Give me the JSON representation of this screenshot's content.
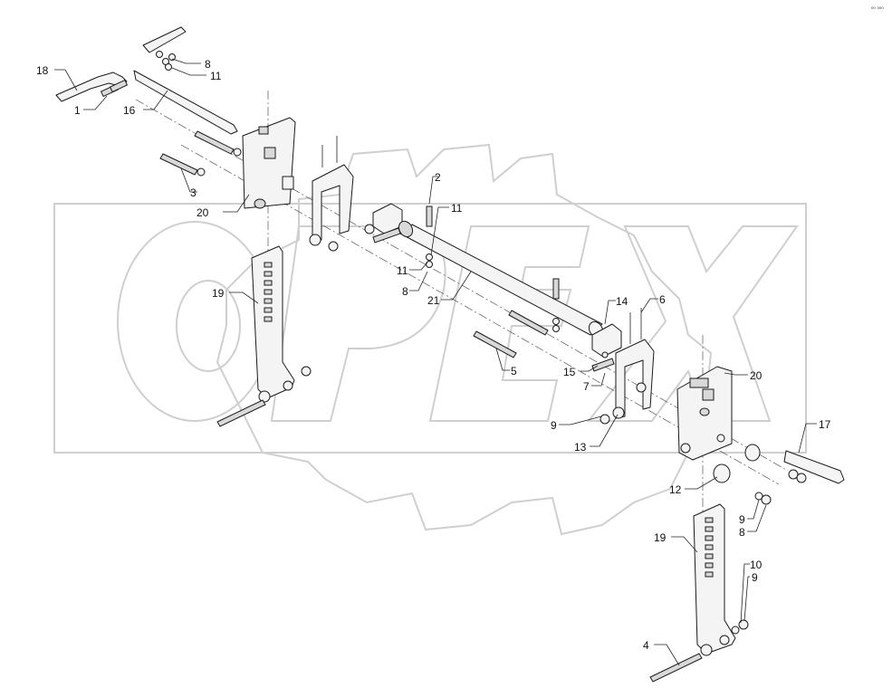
{
  "watermark": {
    "text": "OPEX"
  },
  "corner_mark": "⁰⁰ ⁰⁰⁰",
  "callouts": [
    {
      "id": "c18a",
      "label": "18"
    },
    {
      "id": "c8a",
      "label": "8"
    },
    {
      "id": "c11a",
      "label": "11"
    },
    {
      "id": "c1",
      "label": "1"
    },
    {
      "id": "c16",
      "label": "16"
    },
    {
      "id": "c3",
      "label": "3"
    },
    {
      "id": "c20a",
      "label": "20"
    },
    {
      "id": "c2",
      "label": "2"
    },
    {
      "id": "c11b",
      "label": "11"
    },
    {
      "id": "c11c",
      "label": "11"
    },
    {
      "id": "c8b",
      "label": "8"
    },
    {
      "id": "c21",
      "label": "21"
    },
    {
      "id": "c19a",
      "label": "19"
    },
    {
      "id": "c14",
      "label": "14"
    },
    {
      "id": "c6",
      "label": "6"
    },
    {
      "id": "c5",
      "label": "5"
    },
    {
      "id": "c15",
      "label": "15"
    },
    {
      "id": "c7",
      "label": "7"
    },
    {
      "id": "c20b",
      "label": "20"
    },
    {
      "id": "c9a",
      "label": "9"
    },
    {
      "id": "c13",
      "label": "13"
    },
    {
      "id": "c17",
      "label": "17"
    },
    {
      "id": "c12",
      "label": "12"
    },
    {
      "id": "c9b",
      "label": "9"
    },
    {
      "id": "c8c",
      "label": "8"
    },
    {
      "id": "c19b",
      "label": "19"
    },
    {
      "id": "c10",
      "label": "10"
    },
    {
      "id": "c9c",
      "label": "9"
    },
    {
      "id": "c4",
      "label": "4"
    }
  ]
}
